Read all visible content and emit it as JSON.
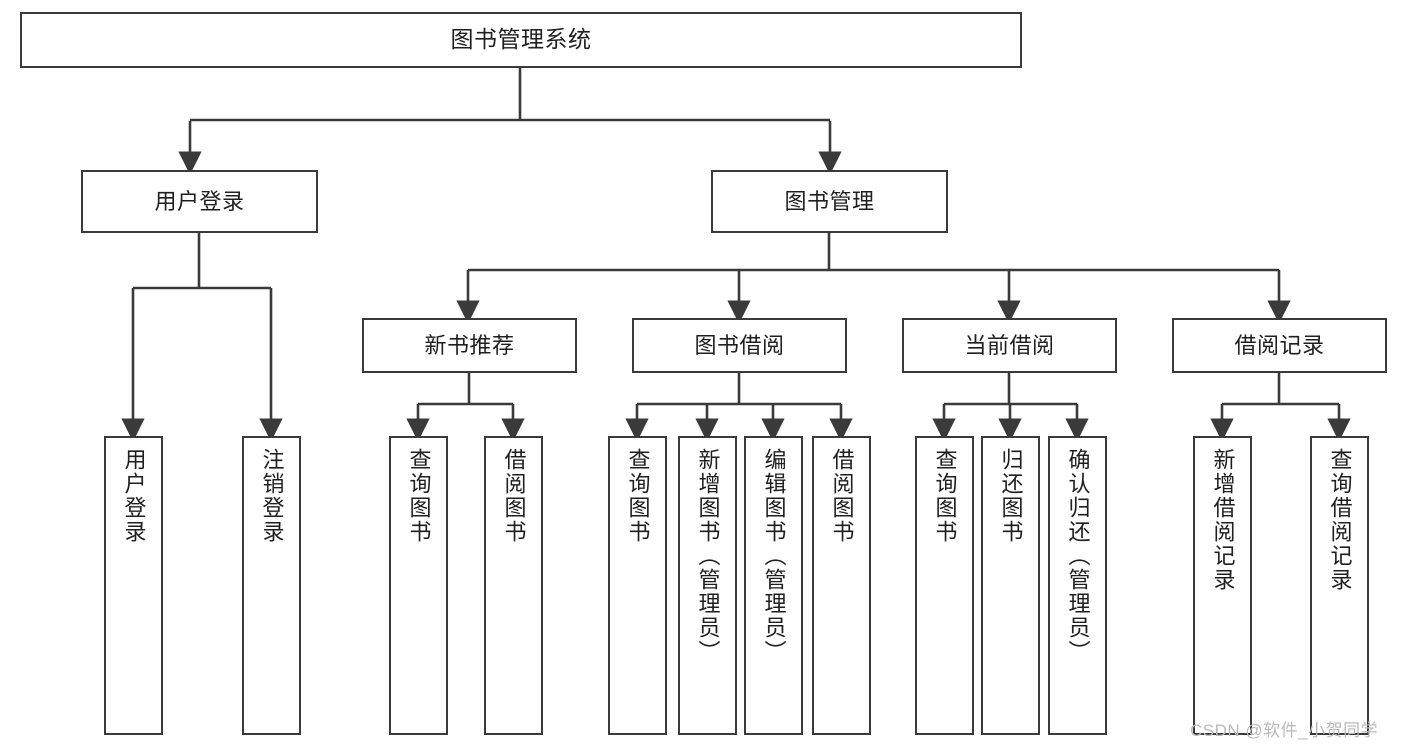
{
  "diagram": {
    "title": "图书管理系统",
    "watermark": "CSDN @软件_小贺同学",
    "colors": {
      "stroke": "#3a3a3a",
      "text": "#1f1f1f",
      "background": "#ffffff",
      "watermark": "#b9b9b9"
    },
    "nodes": {
      "root": {
        "label": "图书管理系统"
      },
      "level2": [
        {
          "id": "user-login",
          "label": "用户登录"
        },
        {
          "id": "book-management",
          "label": "图书管理"
        }
      ],
      "level3": [
        {
          "id": "new-book-recommend",
          "label": "新书推荐"
        },
        {
          "id": "book-borrow",
          "label": "图书借阅"
        },
        {
          "id": "current-borrow",
          "label": "当前借阅"
        },
        {
          "id": "borrow-record",
          "label": "借阅记录"
        }
      ],
      "leaves": {
        "user-login": [
          {
            "id": "leaf-user-login",
            "label": "用户登录"
          },
          {
            "id": "leaf-logout-login",
            "label": "注销登录"
          }
        ],
        "new-book-recommend": [
          {
            "id": "leaf-query-book-1",
            "label": "查询图书"
          },
          {
            "id": "leaf-borrow-book-1",
            "label": "借阅图书"
          }
        ],
        "book-borrow": [
          {
            "id": "leaf-query-book-2",
            "label": "查询图书"
          },
          {
            "id": "leaf-add-book",
            "label": "新增图书（管理员）"
          },
          {
            "id": "leaf-edit-book",
            "label": "编辑图书（管理员）"
          },
          {
            "id": "leaf-borrow-book-2",
            "label": "借阅图书"
          }
        ],
        "current-borrow": [
          {
            "id": "leaf-query-book-3",
            "label": "查询图书"
          },
          {
            "id": "leaf-return-book",
            "label": "归还图书"
          },
          {
            "id": "leaf-confirm-return",
            "label": "确认归还（管理员）"
          }
        ],
        "borrow-record": [
          {
            "id": "leaf-add-record",
            "label": "新增借阅记录"
          },
          {
            "id": "leaf-query-record",
            "label": "查询借阅记录"
          }
        ]
      }
    }
  }
}
